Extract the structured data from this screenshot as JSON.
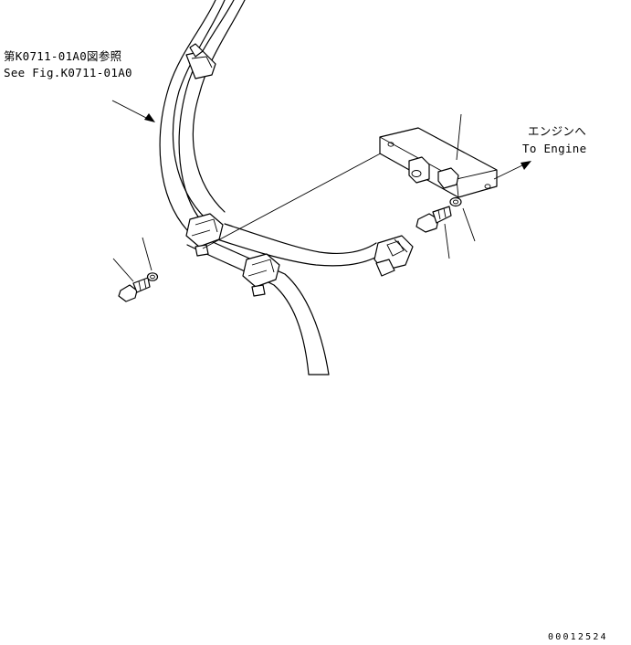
{
  "labels": {
    "ref_ja": "第K0711-01A0図参照",
    "ref_en": "See Fig.K0711-01A0",
    "engine_ja": "エンジンへ",
    "engine_en": "To Engine"
  },
  "drawing_number": "00012524",
  "parts": [
    {
      "id": "hose-left",
      "kind": "hose"
    },
    {
      "id": "hose-right",
      "kind": "hose"
    },
    {
      "id": "bracket",
      "kind": "bracket"
    },
    {
      "id": "bolt-left",
      "kind": "bolt"
    },
    {
      "id": "washer-left",
      "kind": "washer"
    },
    {
      "id": "bolt-right",
      "kind": "bolt"
    },
    {
      "id": "washer-right",
      "kind": "washer"
    }
  ],
  "colors": {
    "line": "#000000",
    "background": "#ffffff"
  }
}
